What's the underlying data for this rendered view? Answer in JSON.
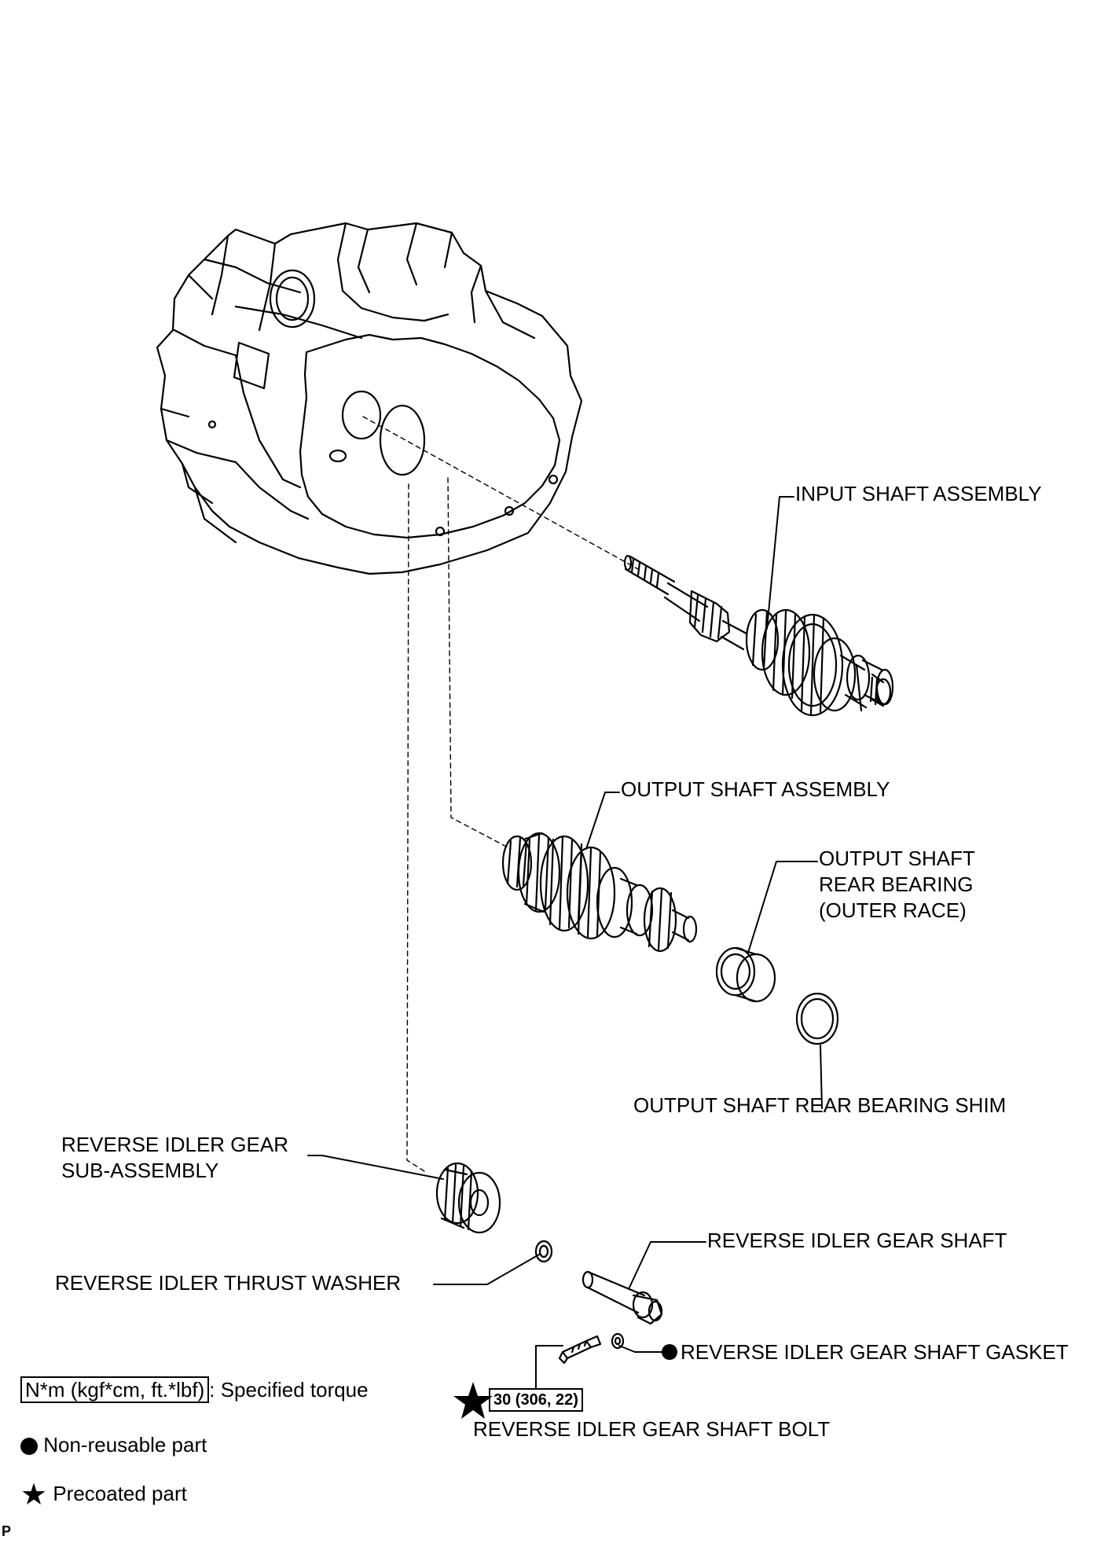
{
  "labels": {
    "input_shaft_assembly": "INPUT SHAFT ASSEMBLY",
    "output_shaft_assembly": "OUTPUT SHAFT ASSEMBLY",
    "output_shaft_rear_bearing": [
      "OUTPUT SHAFT",
      "REAR BEARING",
      "(OUTER RACE)"
    ],
    "output_shaft_rear_bearing_shim": "OUTPUT SHAFT REAR BEARING SHIM",
    "reverse_idler_gear_sub_assembly": [
      "REVERSE IDLER GEAR",
      "SUB-ASSEMBLY"
    ],
    "reverse_idler_thrust_washer": "REVERSE IDLER THRUST WASHER",
    "reverse_idler_gear_shaft": "REVERSE IDLER GEAR SHAFT",
    "reverse_idler_gear_shaft_gasket": "REVERSE IDLER GEAR SHAFT GASKET",
    "reverse_idler_gear_shaft_bolt": "REVERSE IDLER GEAR SHAFT BOLT"
  },
  "torque": {
    "bolt_value": "30 (306, 22)"
  },
  "legend": {
    "torque_unit": "N*m (kgf*cm, ft.*lbf)",
    "torque_text": ": Specified torque",
    "non_reusable": "Non-reusable part",
    "precoated": "Precoated part"
  },
  "icons": {
    "non_reusable_symbol": "black-dot-icon",
    "precoated_symbol": "black-star-icon"
  },
  "corner_mark": "P"
}
